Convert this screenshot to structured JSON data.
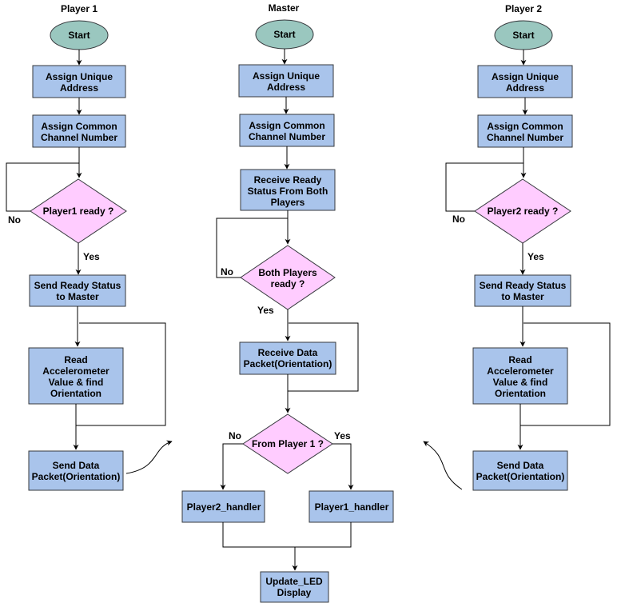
{
  "columns": {
    "player1": {
      "title": "Player 1"
    },
    "master": {
      "title": "Master"
    },
    "player2": {
      "title": "Player 2"
    }
  },
  "player1": {
    "start": "Start",
    "assign_address": [
      "Assign Unique",
      "Address"
    ],
    "assign_channel": [
      "Assign Common",
      "Channel Number"
    ],
    "ready_check": "Player1 ready ?",
    "send_ready": [
      "Send Ready Status",
      "to Master"
    ],
    "read_accel": [
      "Read",
      "Accelerometer",
      "Value & find",
      "Orientation"
    ],
    "send_packet": [
      "Send Data",
      "Packet(Orientation)"
    ],
    "no_label": "No",
    "yes_label": "Yes"
  },
  "master": {
    "start": "Start",
    "assign_address": [
      "Assign Unique",
      "Address"
    ],
    "assign_channel": [
      "Assign Common",
      "Channel Number"
    ],
    "receive_ready": [
      "Receive Ready",
      "Status From Both",
      "Players"
    ],
    "both_ready": [
      "Both Players",
      "ready ?"
    ],
    "receive_packet": [
      "Receive Data",
      "Packet(Orientation)"
    ],
    "from_player1": "From Player 1 ?",
    "player2_handler": "Player2_handler",
    "player1_handler": "Player1_handler",
    "update_led": [
      "Update_LED",
      "Display"
    ],
    "no_label": "No",
    "yes_label": "Yes",
    "branch_no_label": "No",
    "branch_yes_label": "Yes"
  },
  "player2": {
    "start": "Start",
    "assign_address": [
      "Assign Unique",
      "Address"
    ],
    "assign_channel": [
      "Assign Common",
      "Channel Number"
    ],
    "ready_check": "Player2 ready ?",
    "send_ready": [
      "Send Ready Status",
      "to Master"
    ],
    "read_accel": [
      "Read",
      "Accelerometer",
      "Value & find",
      "Orientation"
    ],
    "send_packet": [
      "Send Data",
      "Packet(Orientation)"
    ],
    "no_label": "No",
    "yes_label": "Yes"
  },
  "colors": {
    "process_fill": "#a9c4eb",
    "decision_fill": "#ffccff",
    "terminal_fill": "#9ac7bf",
    "stroke": "#36393d"
  }
}
